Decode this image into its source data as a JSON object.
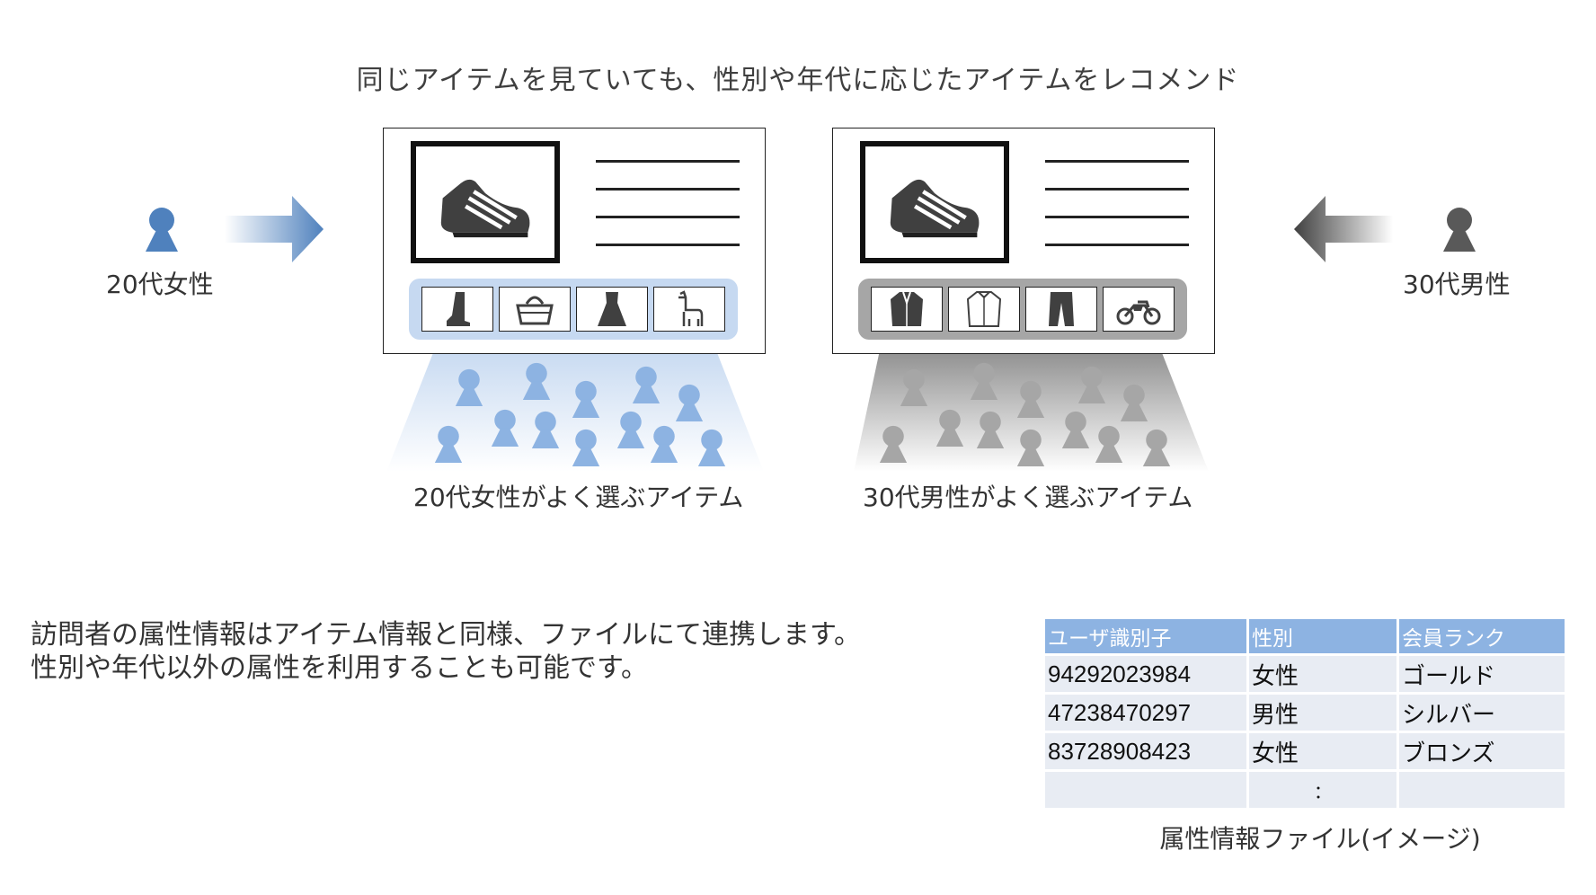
{
  "title": "同じアイテムを見ていても、性別や年代に応じたアイテムをレコメンド",
  "left_user": {
    "label": "20代女性",
    "color": "#4f81bd"
  },
  "right_user": {
    "label": "30代男性",
    "color": "#595959"
  },
  "left_group_label": "20代女性がよく選ぶアイテム",
  "right_group_label": "30代男性がよく選ぶアイテム",
  "left_panel": {
    "main_icon": "sneaker-icon",
    "items": [
      "boot-icon",
      "handbag-icon",
      "dress-icon",
      "alpaca-icon"
    ],
    "accent": "#c6d9f1"
  },
  "right_panel": {
    "main_icon": "sneaker-icon",
    "items": [
      "jacket-icon",
      "shirt-icon",
      "pants-icon",
      "motorcycle-icon"
    ],
    "accent": "#a6a6a6"
  },
  "description": {
    "line1": "訪問者の属性情報はアイテム情報と同様、ファイルにて連携します。",
    "line2": "性別や年代以外の属性を利用することも可能です。"
  },
  "table": {
    "headers": [
      "ユーザ識別子",
      "性別",
      "会員ランク"
    ],
    "rows": [
      [
        "94292023984",
        "女性",
        "ゴールド"
      ],
      [
        "47238470297",
        "男性",
        "シルバー"
      ],
      [
        "83728908423",
        "女性",
        "ブロンズ"
      ],
      [
        "",
        "：",
        ""
      ]
    ],
    "header_color": "#8db3e2",
    "cell_color": "#e8ecf3"
  },
  "table_caption": "属性情報ファイル(イメージ)"
}
